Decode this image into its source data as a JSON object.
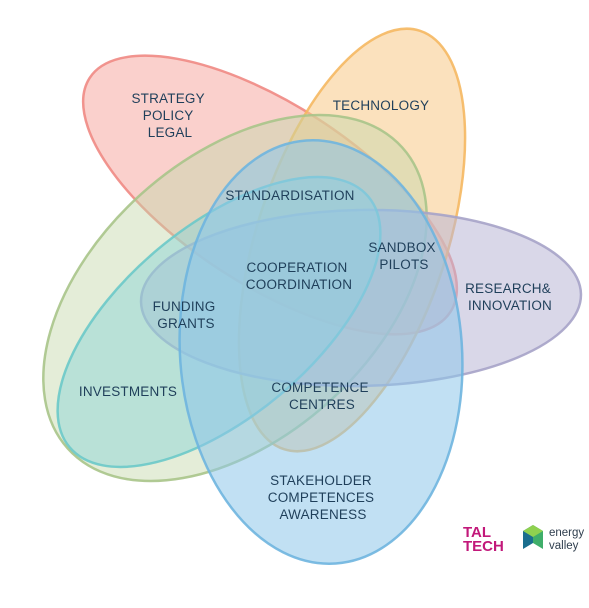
{
  "diagram": {
    "ellipses": [
      {
        "name": "strategy",
        "color": "#f08a84",
        "fill": "#f5a9a3",
        "opacity": 0.55
      },
      {
        "name": "technology",
        "color": "#f5b862",
        "fill": "#f7c987",
        "opacity": 0.55
      },
      {
        "name": "standardisation",
        "color": "#a8c48a",
        "fill": "#c3d6a8",
        "opacity": 0.45
      },
      {
        "name": "research",
        "color": "#a6a3c8",
        "fill": "#b9b6d6",
        "opacity": 0.55
      },
      {
        "name": "investments",
        "color": "#6cc9c9",
        "fill": "#8ed6d6",
        "opacity": 0.5
      },
      {
        "name": "stakeholder",
        "color": "#6fb5df",
        "fill": "#8ec7e9",
        "opacity": 0.55
      }
    ],
    "labels": {
      "strategy": [
        "STRATEGY",
        "POLICY",
        "LEGAL"
      ],
      "technology": [
        "TECHNOLOGY"
      ],
      "standardisation": [
        "STANDARDISATION"
      ],
      "sandbox": [
        "SANDBOX",
        "PILOTS"
      ],
      "cooperation": [
        "COOPERATION",
        "COORDINATION"
      ],
      "research": [
        "RESEARCH&",
        "INNOVATION"
      ],
      "funding": [
        "FUNDING",
        "GRANTS"
      ],
      "investments": [
        "INVESTMENTS"
      ],
      "competence": [
        "COMPETENCE",
        "CENTRES"
      ],
      "stakeholder": [
        "STAKEHOLDER",
        "COMPETENCES",
        "AWARENESS"
      ]
    }
  },
  "logos": {
    "taltech": [
      "TAL",
      "TECH"
    ],
    "energy_valley": [
      "energy",
      "valley"
    ],
    "taltech_color": "#c2187a",
    "energy_valley_colors": [
      "#1a6e8e",
      "#3fae6a",
      "#8fd14f"
    ]
  }
}
